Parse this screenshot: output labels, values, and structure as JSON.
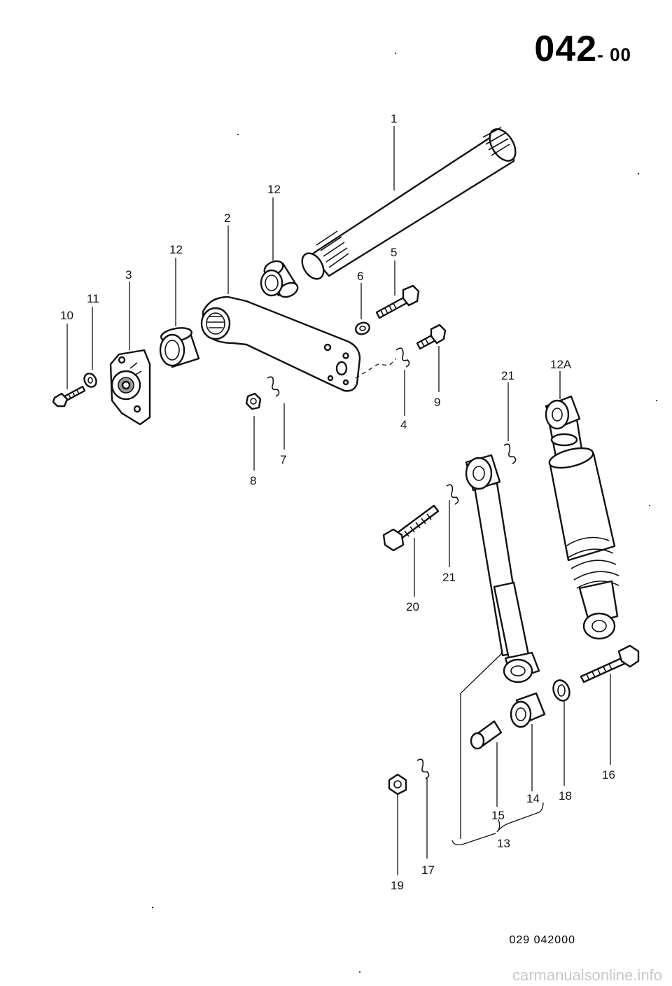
{
  "header": {
    "page_code": "042",
    "page_suffix": "- 00"
  },
  "figure": {
    "code": "029  042000"
  },
  "watermark": "carmanualsonline.info",
  "parts": [
    {
      "id": "p1",
      "text": "1"
    },
    {
      "id": "p2",
      "text": "2"
    },
    {
      "id": "p3",
      "text": "3"
    },
    {
      "id": "p4",
      "text": "4"
    },
    {
      "id": "p5",
      "text": "5"
    },
    {
      "id": "p6",
      "text": "6"
    },
    {
      "id": "p7",
      "text": "7"
    },
    {
      "id": "p8",
      "text": "8"
    },
    {
      "id": "p9",
      "text": "9"
    },
    {
      "id": "p10",
      "text": "10"
    },
    {
      "id": "p11",
      "text": "11"
    },
    {
      "id": "p12a",
      "text": "12"
    },
    {
      "id": "p12b",
      "text": "12"
    },
    {
      "id": "p12A",
      "text": "12A"
    },
    {
      "id": "p13",
      "text": "13"
    },
    {
      "id": "p14",
      "text": "14"
    },
    {
      "id": "p15",
      "text": "15"
    },
    {
      "id": "p16",
      "text": "16"
    },
    {
      "id": "p17",
      "text": "17"
    },
    {
      "id": "p18",
      "text": "18"
    },
    {
      "id": "p19",
      "text": "19"
    },
    {
      "id": "p20",
      "text": "20"
    },
    {
      "id": "p21a",
      "text": "21"
    },
    {
      "id": "p21b",
      "text": "21"
    }
  ]
}
